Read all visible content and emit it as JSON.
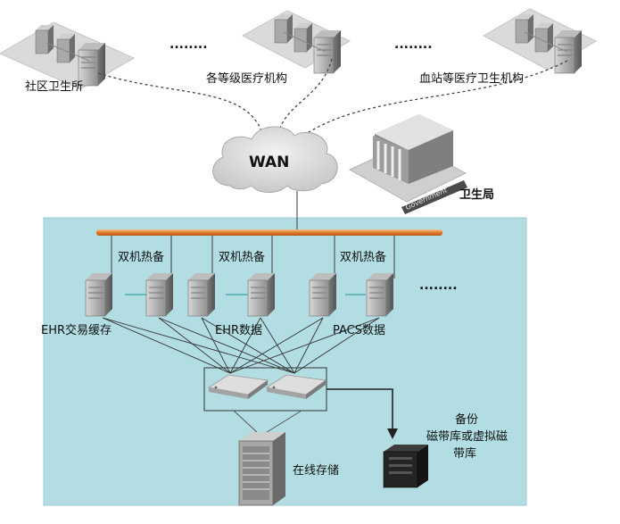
{
  "sites": [
    {
      "label": "社区卫生所"
    },
    {
      "label": "各等级医疗机构"
    },
    {
      "label": "血站等医疗卫生机构"
    }
  ],
  "ellipsis": "........",
  "wan": {
    "label": "WAN"
  },
  "health_bureau": {
    "label": "卫生局",
    "sign": "Government"
  },
  "hot_standby": [
    "双机热备",
    "双机热备",
    "双机热备"
  ],
  "server_groups": [
    "EHR交易缓存",
    "EHR数据",
    "PACS数据"
  ],
  "storage": {
    "label": "在线存储"
  },
  "backup": {
    "line1": "备份",
    "line2": "磁带库或虚拟磁",
    "line3": "带库"
  }
}
